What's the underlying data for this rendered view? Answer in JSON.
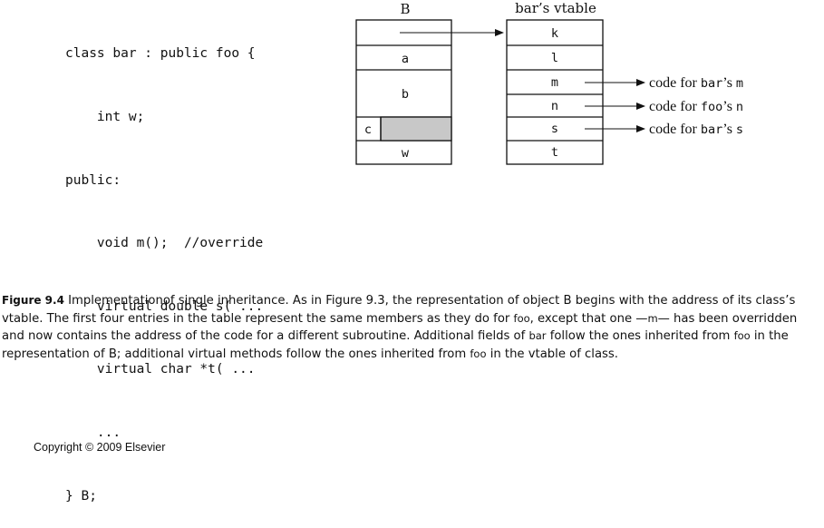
{
  "code_lines": [
    "class bar : public foo {",
    "    int w;",
    "public:",
    "    void m();  //override",
    "    virtual double s( ...",
    "    virtual char *t( ...",
    "    ...",
    "} B;"
  ],
  "object": {
    "title": "B",
    "fields": [
      "a",
      "b",
      "c",
      "w"
    ]
  },
  "vtable": {
    "title": "bar’s vtable",
    "entries": [
      "k",
      "l",
      "m",
      "n",
      "s",
      "t"
    ]
  },
  "targets": [
    {
      "prefix": "code for ",
      "cls": "bar",
      "suffix": "’s ",
      "method": "m"
    },
    {
      "prefix": "code for ",
      "cls": "foo",
      "suffix": "’s ",
      "method": "n"
    },
    {
      "prefix": "code for ",
      "cls": "bar",
      "suffix": "’s ",
      "method": "s"
    }
  ],
  "caption": {
    "figure_label": "Figure 9.4",
    "part1": " Implementationof single inheritance. As in Figure 9.3, the representation of object ",
    "obj_name": "B",
    "part2": " begins with the address of its class’s vtable. The first four entries in the table represent the same members as they do for ",
    "foo1": "foo",
    "part3": ", except that one —",
    "method_m": "m",
    "part4": "— has been overridden and now contains the address of the code for a different subroutine.  Additional fields of ",
    "bar1": "bar",
    "part5": " follow the ones inherited from ",
    "foo2": "foo",
    "part6": " in the representation of ",
    "obj_name2": "B",
    "part7": "; additional virtual methods follow the ones inherited from ",
    "foo3": "foo",
    "part8": " in the vtable of class."
  },
  "copyright": "Copyright © 2009 Elsevier"
}
